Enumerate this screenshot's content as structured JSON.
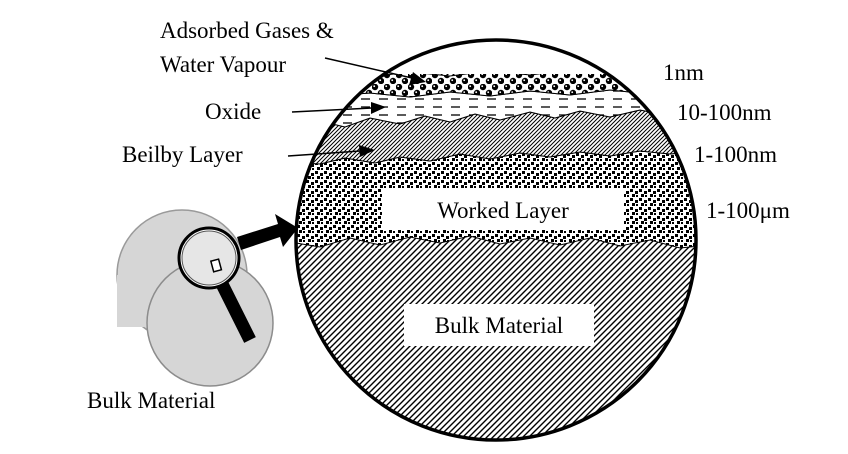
{
  "labels": {
    "adsorbed_line1": "Adsorbed Gases &",
    "adsorbed_line2": "Water Vapour",
    "oxide": "Oxide",
    "beilby": "Beilby Layer",
    "worked_layer": "Worked Layer",
    "bulk_inside": "Bulk Material",
    "bulk_outside": "Bulk Material"
  },
  "thickness": {
    "adsorbed": "1nm",
    "oxide": "10-100nm",
    "beilby": "1-100nm",
    "worked": "1-100μm"
  },
  "colors": {
    "ink": "#000000",
    "cylinder_fill": "#d6d6d6",
    "cylinder_edge": "#9a9a9a",
    "background": "#ffffff"
  }
}
